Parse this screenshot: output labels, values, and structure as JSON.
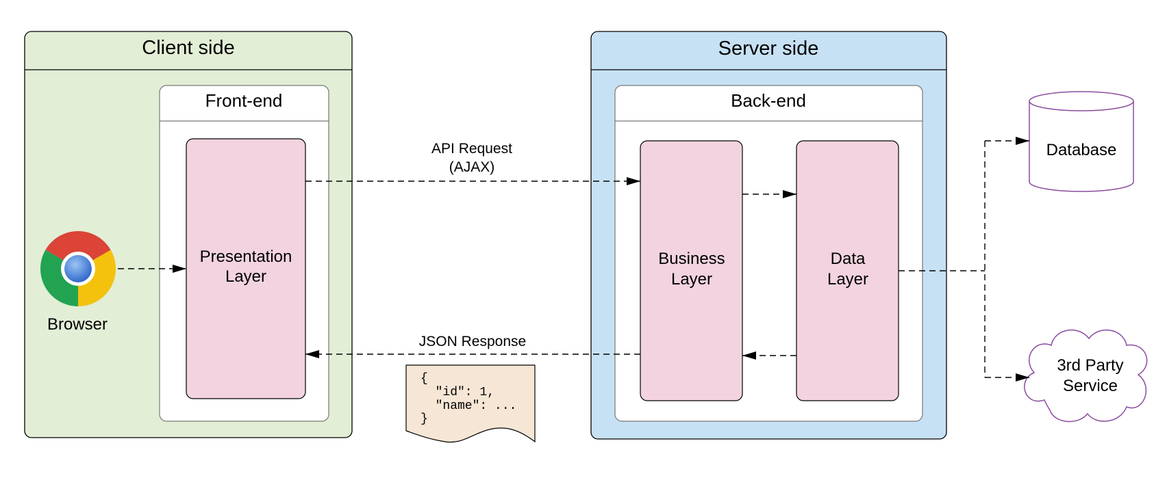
{
  "client": {
    "title": "Client side",
    "frontend": "Front-end"
  },
  "presentation": {
    "line1": "Presentation",
    "line2": "Layer"
  },
  "browser": {
    "label": "Browser",
    "icon": "chrome-browser-icon"
  },
  "server": {
    "title": "Server side",
    "backend": "Back-end"
  },
  "business": {
    "line1": "Business",
    "line2": "Layer"
  },
  "data_layer": {
    "line1": "Data",
    "line2": "Layer"
  },
  "database": {
    "label": "Database"
  },
  "third_party": {
    "line1": "3rd Party",
    "line2": "Service"
  },
  "api_request": {
    "line1": "API Request",
    "line2": "(AJAX)"
  },
  "json_response": {
    "label": "JSON Response"
  },
  "json_doc": {
    "line1": "{",
    "line2": "  \"id\": 1,",
    "line3": "  \"name\": ...",
    "line4": "}"
  },
  "colors": {
    "client_bg": "#e2eed5",
    "server_bg": "#c7e1f4",
    "layer_bg": "#f2d3df",
    "doc_bg": "#f5e6d5",
    "purple": "#8a4c9e"
  }
}
